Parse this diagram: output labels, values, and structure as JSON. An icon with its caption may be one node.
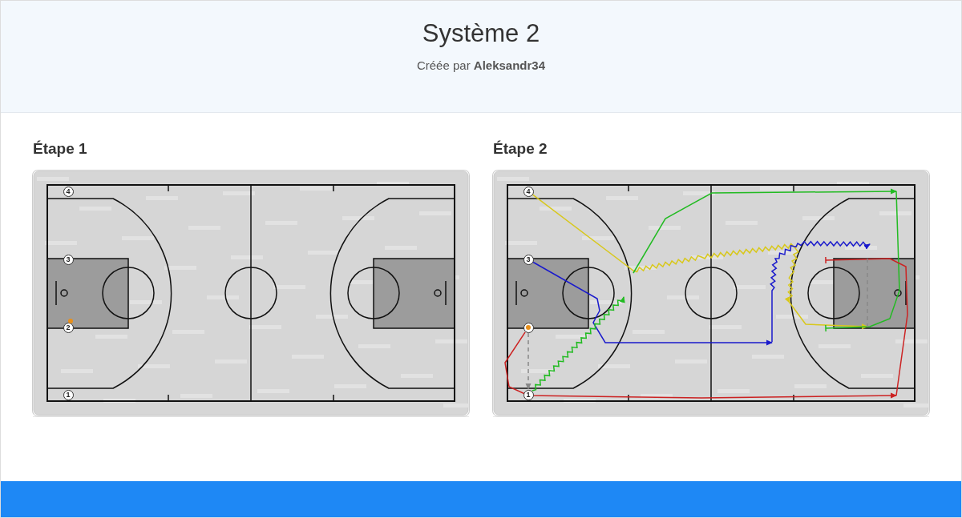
{
  "diagram": {
    "title": "Système 2",
    "nodes": [
      {
        "text": [
          "Étape 1"
        ]
      },
      {
        "text": [
          "4"
        ],
        "in": 0
      },
      {
        "text": [
          "3"
        ],
        "in": 0
      },
      {
        "text": [
          "2"
        ],
        "in": 0
      },
      {
        "text": [
          "1"
        ],
        "in": 0
      },
      {
        "text": [
          "Étape 2"
        ]
      },
      {
        "text": [
          "4"
        ],
        "in": 5
      },
      {
        "text": [
          "3"
        ],
        "in": 5
      },
      {
        "text": [],
        "shape": "circle",
        "in": 5
      },
      {
        "text": [
          "1"
        ],
        "in": 5
      }
    ],
    "edges": [
      {
        "from": 6,
        "to": null,
        "arrow": "to",
        "color": "#d8c81c"
      },
      {
        "from": 7,
        "to": null,
        "arrow": "to",
        "color": "#1a1acc"
      },
      {
        "from": 9,
        "to": null,
        "arrow": "to",
        "color": "#22bb22"
      },
      {
        "from": 8,
        "to": null,
        "arrow": "to",
        "color": "#cc2222"
      },
      {
        "from": 8,
        "to": 9,
        "arrow": "to",
        "style": "dashed",
        "color": "#888888"
      }
    ],
    "labels": [
      "Créée par **Aleksandr34**"
    ]
  }
}
